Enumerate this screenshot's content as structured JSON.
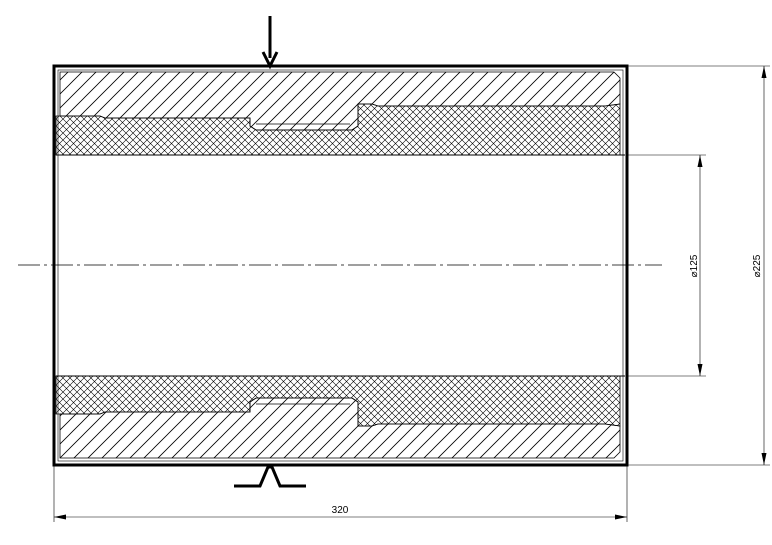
{
  "dimensions": {
    "length": "320",
    "inner_diameter": "⌀125",
    "outer_diameter": "⌀225"
  },
  "colors": {
    "line": "#000000",
    "background": "#ffffff"
  }
}
